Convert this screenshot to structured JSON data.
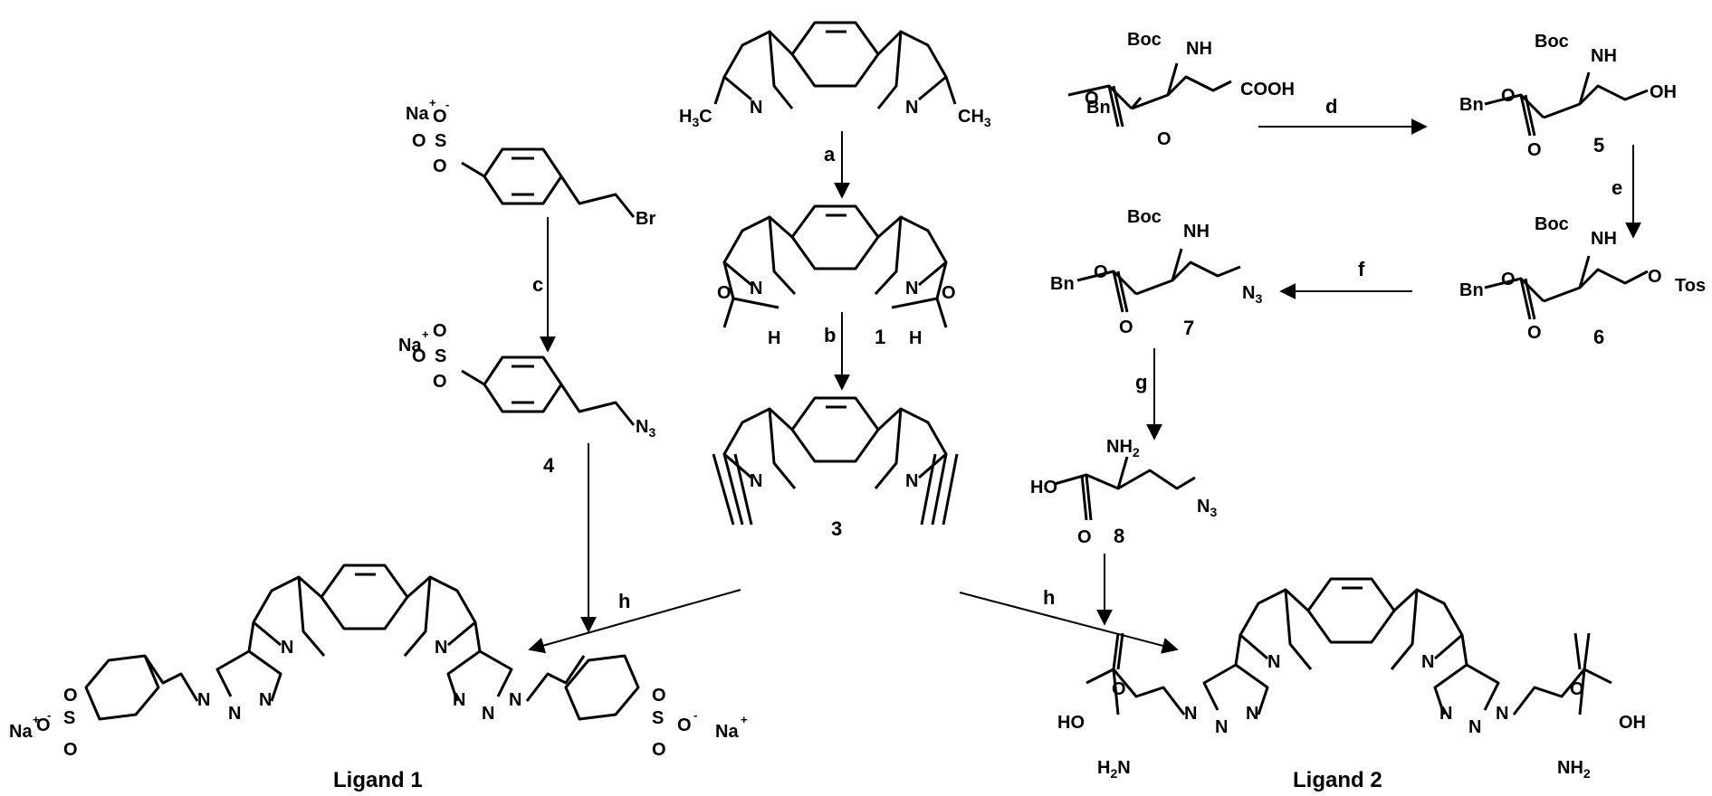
{
  "diagram": {
    "reagents": {
      "a": "a",
      "b": "b",
      "c": "c",
      "d": "d",
      "e": "e",
      "f": "f",
      "g": "g",
      "h1": "h",
      "h2": "h"
    },
    "compounds": {
      "c1": "1",
      "c3": "3",
      "c4": "4",
      "c5": "5",
      "c6": "6",
      "c7": "7",
      "c8": "8"
    },
    "ligands": {
      "l1": "Ligand 1",
      "l2": "Ligand 2"
    },
    "atoms": {
      "N": "N",
      "H": "H",
      "O": "O",
      "S": "S",
      "Na": "Na",
      "Br": "Br",
      "HC": "H",
      "C": "C",
      "Three": "3",
      "Two": "2",
      "plus": "+",
      "minus": "-",
      "Boc": "Boc",
      "NH": "NH",
      "Bn": "Bn",
      "COOH": "COOH",
      "OH": "OH",
      "HO": "HO",
      "Tos": "Tos",
      "NH2": "NH",
      "H2N": "H",
      "N3": "N"
    }
  }
}
